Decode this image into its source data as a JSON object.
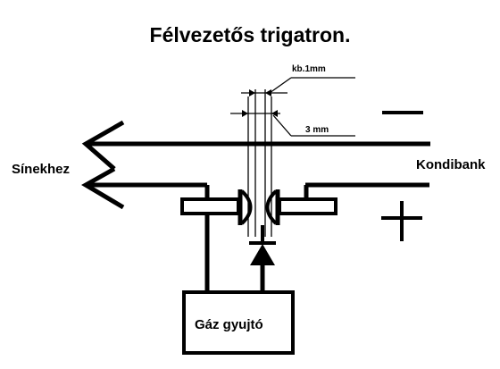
{
  "title": "Félvezetős trigatron.",
  "labels": {
    "left": "Sínekhez",
    "right": "Kondibank",
    "gap_small": "kb.1mm",
    "gap_large": "3 mm",
    "igniter": "Gáz gyujtó"
  },
  "symbols": {
    "negative": "minus-sign",
    "positive": "plus-sign"
  }
}
